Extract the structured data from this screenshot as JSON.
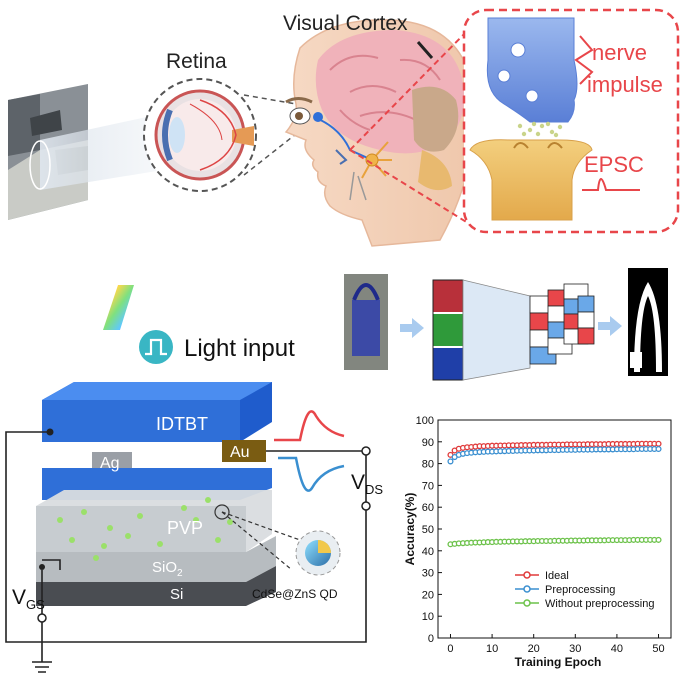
{
  "top": {
    "retina_label": "Retina",
    "visual_cortex_label": "Visual Cortex",
    "nerve_line1": "nerve",
    "nerve_line2": "impulse",
    "epsc_label": "EPSC"
  },
  "device": {
    "light_input_label": "Light input",
    "layer_idtbt": "IDTBT",
    "electrode_ag": "Ag",
    "electrode_au": "Au",
    "layer_pvp": "PVP",
    "layer_sio2": "SiO",
    "layer_sio2_sub": "2",
    "layer_si": "Si",
    "vds_main": "V",
    "vds_sub": "DS",
    "vgs_main": "V",
    "vgs_sub": "GS",
    "qd_label": "CdSe@ZnS QD"
  },
  "colors": {
    "red_accent": "#e8464a",
    "blue_layer": "#2f6fd8",
    "ideal": "#e03a3a",
    "preprocessing": "#3a8fd0",
    "without": "#6cc24a"
  },
  "chart_data": {
    "type": "scatter",
    "xlabel": "Training Epoch",
    "ylabel": "Accuracy(%)",
    "xlim": [
      -3,
      53
    ],
    "ylim": [
      0,
      100
    ],
    "xticks": [
      0,
      10,
      20,
      30,
      40,
      50
    ],
    "yticks": [
      0,
      10,
      20,
      30,
      40,
      50,
      60,
      70,
      80,
      90,
      100
    ],
    "legend_position": "bottom-right",
    "series": [
      {
        "name": "Ideal",
        "color": "#e03a3a",
        "x_start": 0,
        "x_end": 50,
        "values": [
          84.0,
          86.0,
          86.8,
          87.2,
          87.5,
          87.6,
          87.8,
          88.0,
          88.0,
          88.1,
          88.2,
          88.2,
          88.3,
          88.3,
          88.4,
          88.4,
          88.4,
          88.5,
          88.5,
          88.5,
          88.6,
          88.6,
          88.6,
          88.6,
          88.7,
          88.7,
          88.7,
          88.7,
          88.8,
          88.8,
          88.8,
          88.8,
          88.8,
          88.9,
          88.9,
          88.9,
          88.9,
          88.9,
          89.0,
          89.0,
          89.0,
          89.0,
          89.0,
          89.0,
          89.0,
          89.1,
          89.1,
          89.1,
          89.1,
          89.1,
          89.1
        ]
      },
      {
        "name": "Preprocessing",
        "color": "#3a8fd0",
        "x_start": 0,
        "x_end": 50,
        "values": [
          81.0,
          83.0,
          84.0,
          84.5,
          84.8,
          85.0,
          85.2,
          85.3,
          85.4,
          85.5,
          85.5,
          85.6,
          85.7,
          85.7,
          85.8,
          85.8,
          85.9,
          85.9,
          86.0,
          86.0,
          86.0,
          86.1,
          86.1,
          86.1,
          86.2,
          86.2,
          86.2,
          86.3,
          86.3,
          86.3,
          86.3,
          86.4,
          86.4,
          86.4,
          86.4,
          86.5,
          86.5,
          86.5,
          86.5,
          86.5,
          86.6,
          86.6,
          86.6,
          86.6,
          86.6,
          86.7,
          86.7,
          86.7,
          86.7,
          86.7,
          86.7
        ]
      },
      {
        "name": "Without preprocessing",
        "color": "#6cc24a",
        "x_start": 0,
        "x_end": 50,
        "values": [
          43.0,
          43.2,
          43.4,
          43.5,
          43.6,
          43.7,
          43.8,
          43.8,
          43.9,
          44.0,
          44.0,
          44.1,
          44.1,
          44.2,
          44.2,
          44.3,
          44.3,
          44.3,
          44.4,
          44.4,
          44.4,
          44.5,
          44.5,
          44.5,
          44.5,
          44.6,
          44.6,
          44.6,
          44.6,
          44.7,
          44.7,
          44.7,
          44.7,
          44.8,
          44.8,
          44.8,
          44.8,
          44.8,
          44.9,
          44.9,
          44.9,
          44.9,
          44.9,
          44.9,
          45.0,
          45.0,
          45.0,
          45.0,
          45.0,
          45.0,
          45.0
        ]
      }
    ]
  }
}
